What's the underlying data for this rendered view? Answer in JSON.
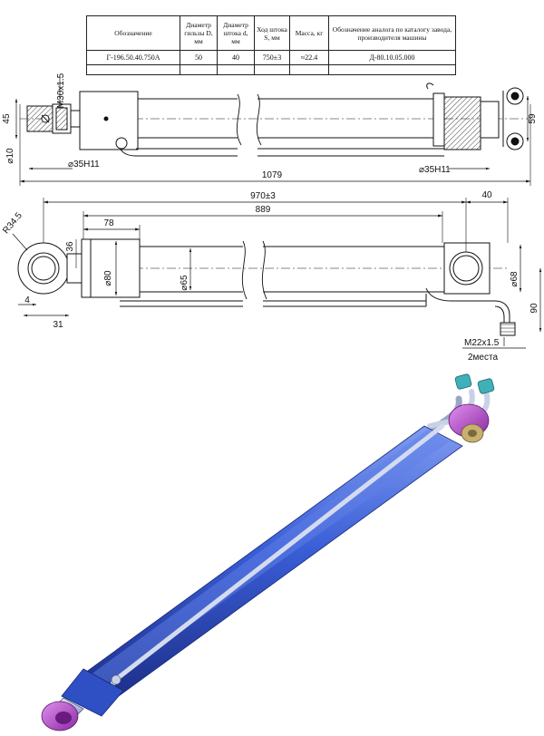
{
  "table": {
    "headers": [
      "Обозначение",
      "Диаметр гильзы D, мм",
      "Диаметр штока d, мм",
      "Ход штока S, мм",
      "Масса, кг",
      "Обозначение аналога по каталогу завода, производителя машины"
    ],
    "row": [
      "Г-196.50.40.750А",
      "50",
      "40",
      "750±3",
      "≈22.4",
      "Д-80.10.05.000"
    ]
  },
  "top_view": {
    "thread_label": "M30x1.5",
    "height_left": "45",
    "dia_small": "⌀10",
    "bore_left": "⌀35H11",
    "bore_right": "⌀35H11",
    "height_right": "59",
    "total_length": "1079"
  },
  "side_view": {
    "length_970": "970±3",
    "length_889": "889",
    "offset_40": "40",
    "offset_78": "78",
    "radius": "R34.5",
    "height_36": "36",
    "dia_80": "⌀80",
    "dia_65": "⌀65",
    "dia_68": "⌀68",
    "height_90": "90",
    "dim_4": "4",
    "dim_31": "31",
    "port_thread": "M22x1.5",
    "port_count": "2места"
  },
  "colors": {
    "cylinder": "#3a5ed6",
    "cylinder_dark": "#1d2f8a",
    "rod": "#8fa0c8",
    "eye": "#b43ec8",
    "bushing": "#c8b070",
    "fitting": "#3fb0b8"
  }
}
